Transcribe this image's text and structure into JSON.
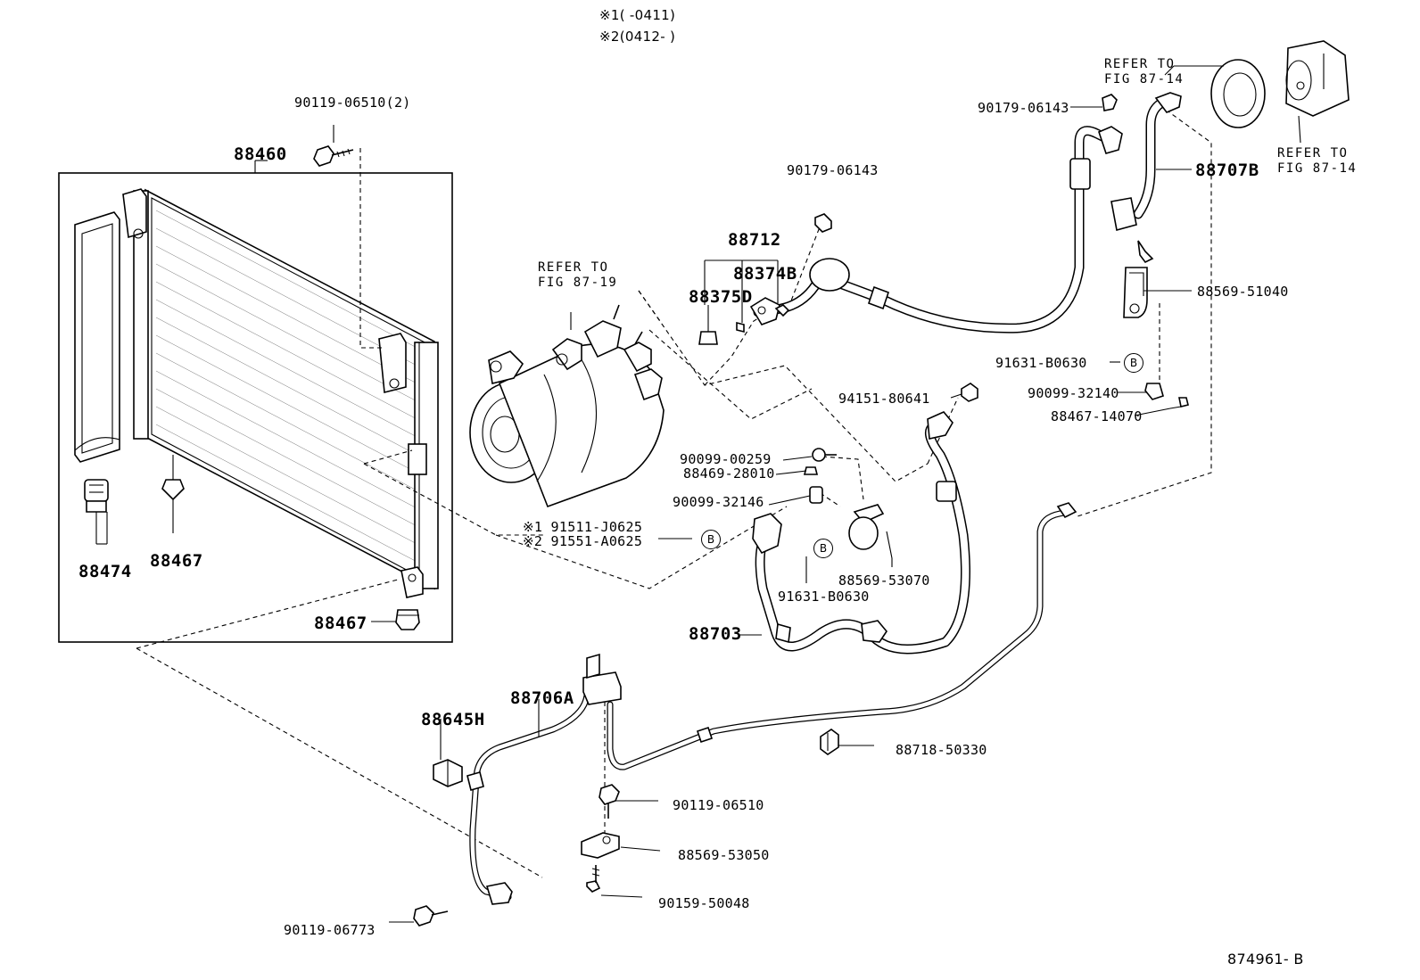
{
  "header_notes": {
    "note1": "※1(       -0411)",
    "note2": "※2(0412-        )"
  },
  "figure_id": "874961- B",
  "callouts": {
    "p90119_06510_2": "90119-06510(2)",
    "p88460": "88460",
    "p88474": "88474",
    "p88467_a": "88467",
    "p88467_b": "88467",
    "refer_fig_87_19": "REFER TO\nFIG 87-19",
    "p88375d": "88375D",
    "p88712": "88712",
    "p88374b": "88374B",
    "p90179_06143_a": "90179-06143",
    "refer_fig_87_14_a": "REFER TO\nFIG 87-14",
    "p90179_06143_b": "90179-06143",
    "refer_fig_87_14_b": "REFER TO\nFIG 87-14",
    "p88707b": "88707B",
    "p88569_51040": "88569-51040",
    "p91631_b0630_a": "91631-B0630",
    "p90099_32140": "90099-32140",
    "p88467_14070": "88467-14070",
    "p94151_80641": "94151-80641",
    "p90099_00259": "90099-00259",
    "p88469_28010": "88469-28010",
    "p90099_32146": "90099-32146",
    "p91511_j0625": "※1 91511-J0625",
    "p91551_a0625": "※2 91551-A0625",
    "p91631_b0630_b": "91631-B0630",
    "p88569_53070": "88569-53070",
    "p88703": "88703",
    "p88706a": "88706A",
    "p88645h": "88645H",
    "p88718_50330": "88718-50330",
    "p90119_06510": "90119-06510",
    "p88569_53050": "88569-53050",
    "p90159_50048": "90159-50048",
    "p90119_06773": "90119-06773"
  },
  "markers": {
    "b": "B"
  }
}
